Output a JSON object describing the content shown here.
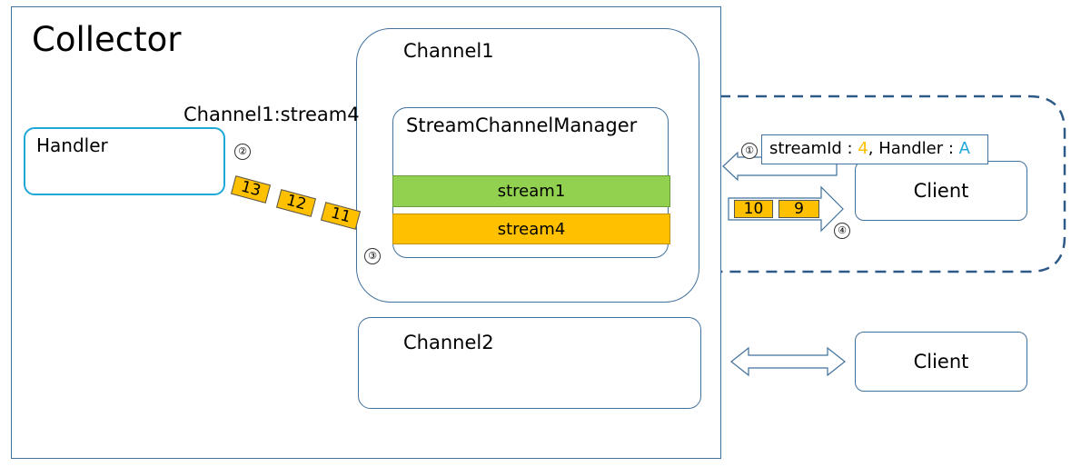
{
  "collector": {
    "title": "Collector"
  },
  "channel1": {
    "label": "Channel1"
  },
  "channel2": {
    "label": "Channel2"
  },
  "stream_channel_manager": {
    "label": "StreamChannelManager",
    "streams": [
      {
        "label": "stream1",
        "color": "#92d050"
      },
      {
        "label": "stream4",
        "color": "#ffc000"
      }
    ]
  },
  "handler": {
    "label": "Handler"
  },
  "clients": [
    {
      "label": "Client"
    },
    {
      "label": "Client"
    }
  ],
  "flows": {
    "handler_link_label": "Channel1:stream4",
    "request": {
      "key1": "streamId",
      "sep": " : ",
      "value1": "4",
      "comma": ", ",
      "key2": "Handler",
      "value2": "A",
      "value1_color": "#ffc000",
      "value2_color": "#1fa7d8"
    },
    "steps": [
      "①",
      "②",
      "③",
      "④"
    ],
    "outgoing_packets": [
      "13",
      "12",
      "11"
    ],
    "incoming_packets": [
      "10",
      "9"
    ]
  },
  "colors": {
    "border": "#41719c",
    "handler_border": "#1fa7d8",
    "dashed": "#2e5a87",
    "arrow_fill": "#ffe699"
  }
}
